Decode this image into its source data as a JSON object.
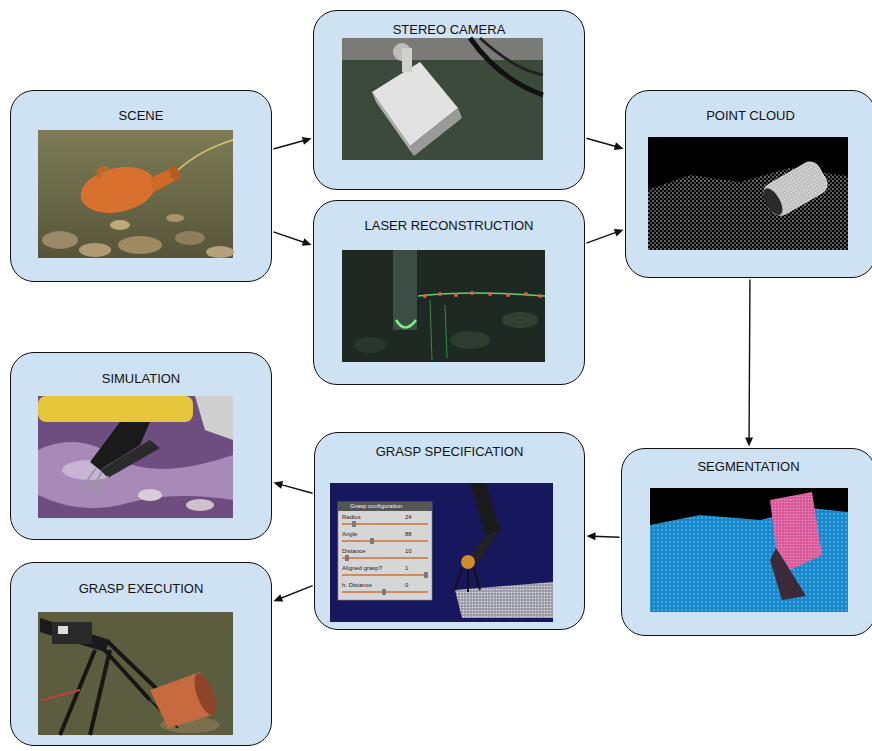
{
  "diagram": {
    "nodes": [
      {
        "text": [
          "SCENE"
        ]
      },
      {
        "text": [
          "STEREO CAMERA"
        ]
      },
      {
        "text": [
          "LASER RECONSTRUCTION"
        ]
      },
      {
        "text": [
          "POINT CLOUD"
        ]
      },
      {
        "text": [
          "SEGMENTATION"
        ]
      },
      {
        "text": [
          "GRASP SPECIFICATION"
        ]
      },
      {
        "text": [
          "SIMULATION"
        ]
      },
      {
        "text": [
          "GRASP EXECUTION"
        ]
      }
    ],
    "edges": [
      {
        "from": 0,
        "to": 1,
        "arrow": "to"
      },
      {
        "from": 0,
        "to": 2,
        "arrow": "to"
      },
      {
        "from": 1,
        "to": 3,
        "arrow": "to"
      },
      {
        "from": 2,
        "to": 3,
        "arrow": "to"
      },
      {
        "from": 3,
        "to": 4,
        "arrow": "to"
      },
      {
        "from": 4,
        "to": 5,
        "arrow": "to"
      },
      {
        "from": 5,
        "to": 6,
        "arrow": "to"
      },
      {
        "from": 5,
        "to": 7,
        "arrow": "to"
      }
    ],
    "labels": [
      "Grasp configuration",
      "Radius",
      "24",
      "Angle",
      "88",
      "Distance",
      "10",
      "Aligned grasp?",
      "1",
      "h. Distance",
      "0"
    ]
  }
}
